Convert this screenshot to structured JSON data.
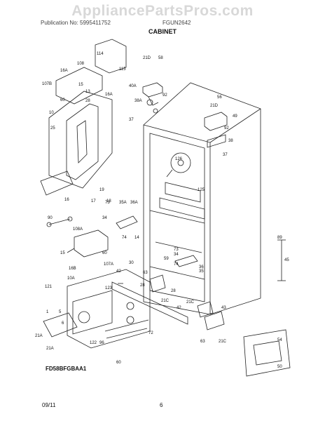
{
  "watermark": "AppliancePartsPros.com",
  "header": {
    "left": "Publication No: 5995411752",
    "right": "FGUN2642"
  },
  "title": "CABINET",
  "model_code": "FD58BFGBAA1",
  "footer": {
    "date": "09/11",
    "page": "6"
  },
  "callouts": [
    "108",
    "114",
    "115",
    "16A",
    "107B",
    "60",
    "15",
    "13",
    "16A",
    "28",
    "10",
    "25",
    "19",
    "16",
    "17",
    "18",
    "21D",
    "58",
    "40A",
    "92",
    "38A",
    "37",
    "56",
    "21D",
    "49",
    "92",
    "38",
    "126",
    "37",
    "125",
    "73",
    "35A",
    "36A",
    "34",
    "14",
    "90",
    "74",
    "108A",
    "60",
    "15",
    "16B",
    "10A",
    "107A",
    "59",
    "73",
    "34",
    "36",
    "35",
    "74",
    "30",
    "42",
    "63",
    "28",
    "89",
    "45",
    "121",
    "123",
    "21C",
    "42",
    "28",
    "21C",
    "43",
    "1",
    "5",
    "6",
    "63",
    "21C",
    "21A",
    "21A",
    "122",
    "96",
    "72",
    "60",
    "54",
    "50"
  ]
}
